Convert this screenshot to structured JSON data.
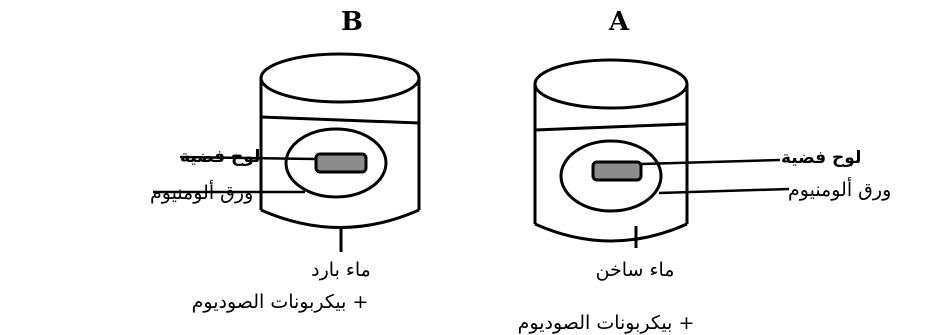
{
  "beaker_b": {
    "letter": "B",
    "plate_label": "لوح فضية",
    "foil_label": "ورق ألومنيوم",
    "water_label": "ماء بارد",
    "solution_label": "+ بيكربونات الصوديوم"
  },
  "beaker_a": {
    "letter": "A",
    "plate_label": "لوح فضية",
    "foil_label": "ورق ألومنيوم",
    "water_label": "ماء ساخن",
    "solution_label": "+  بيكربونات الصوديوم"
  },
  "colors": {
    "stroke": "#000000",
    "plate_fill": "#8c8c8c",
    "background": "#ffffff"
  }
}
